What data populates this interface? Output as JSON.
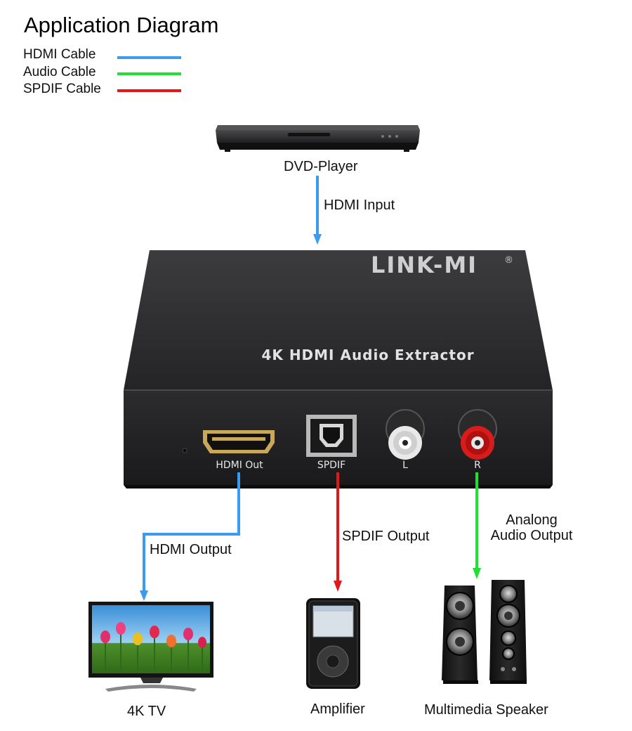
{
  "title": "Application Diagram",
  "legend": [
    {
      "label": "HDMI Cable",
      "color": "#3a9bf0"
    },
    {
      "label": "Audio Cable",
      "color": "#22e032"
    },
    {
      "label": "SPDIF Cable",
      "color": "#e01818"
    }
  ],
  "device": {
    "brand": "LINK-MI",
    "brand_mark": "®",
    "product_name": "4K HDMI Audio Extractor",
    "ports": {
      "hdmi_out": "HDMI Out",
      "spdif": "SPDIF",
      "left": "L",
      "right": "R"
    }
  },
  "nodes": {
    "source": "DVD-Player",
    "tv": "4K TV",
    "amplifier": "Amplifier",
    "speaker": "Multimedia Speaker"
  },
  "connections": {
    "hdmi_input": "HDMI Input",
    "hdmi_output": "HDMI Output",
    "spdif_output": "SPDIF Output",
    "analog_output_line1": "Analong",
    "analog_output_line2": "Audio Output"
  }
}
